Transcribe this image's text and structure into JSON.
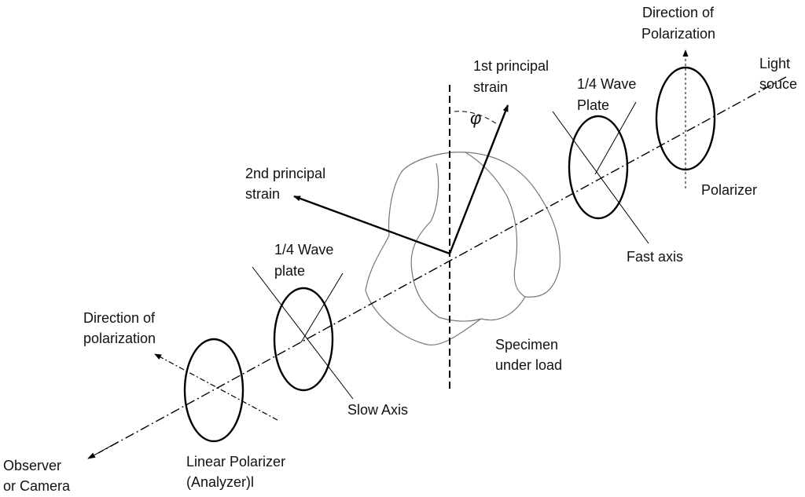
{
  "labels": {
    "direction_top_1": "Direction of",
    "direction_top_2": "Polarization",
    "light_source_1": "Light",
    "light_source_2": "souce",
    "principal_1st_1": "1st principal",
    "principal_1st_2": "strain",
    "phi": "φ",
    "wave_plate_right_1": "1/4 Wave",
    "wave_plate_right_2": "Plate",
    "polarizer": "Polarizer",
    "principal_2nd_1": "2nd principal",
    "principal_2nd_2": "strain",
    "fast_axis": "Fast axis",
    "wave_plate_left_1": "1/4 Wave",
    "wave_plate_left_2": "plate",
    "direction_left_1": "Direction of",
    "direction_left_2": "polarization",
    "specimen_1": "Specimen",
    "specimen_2": "under load",
    "slow_axis": "Slow Axis",
    "observer_1": "Observer",
    "observer_2": "or Camera",
    "analyzer_1": "Linear Polarizer",
    "analyzer_2": "(Analyzer)l"
  }
}
